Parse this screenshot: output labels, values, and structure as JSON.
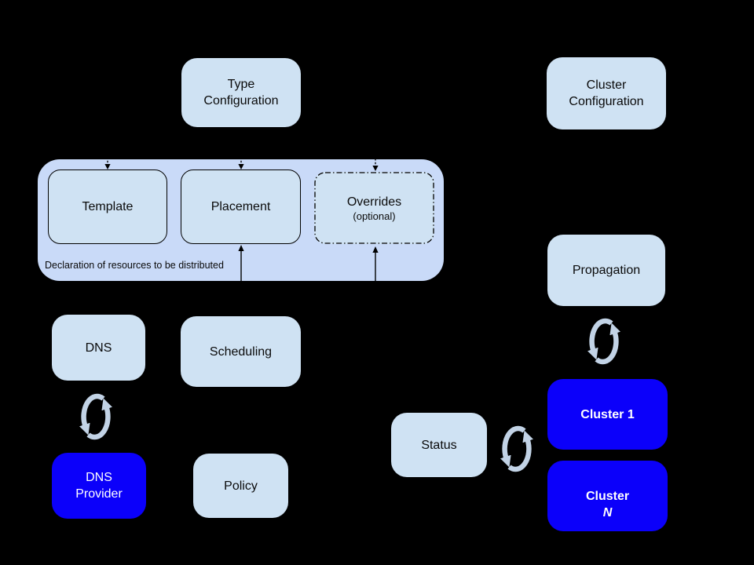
{
  "diagram": {
    "colors": {
      "background": "#000000",
      "light_box_fill": "#cfe2f3",
      "group_fill": "#c9daf8",
      "blue_box_fill": "#0b00fa",
      "dark_text": "#0a0a0a",
      "light_text": "#ffffff",
      "sync_arrow": "#c2d3e6",
      "connector": "#000000"
    },
    "nodes": {
      "type_configuration": {
        "label": "Type\nConfiguration"
      },
      "cluster_configuration": {
        "label": "Cluster\nConfiguration"
      },
      "template": {
        "label": "Template"
      },
      "placement": {
        "label": "Placement"
      },
      "overrides": {
        "label": "Overrides",
        "sublabel": "(optional)"
      },
      "resource_group": {
        "caption": "Declaration of resources to be distributed"
      },
      "dns": {
        "label": "DNS"
      },
      "scheduling": {
        "label": "Scheduling"
      },
      "dns_provider": {
        "label": "DNS\nProvider"
      },
      "policy": {
        "label": "Policy"
      },
      "propagation": {
        "label": "Propagation"
      },
      "status": {
        "label": "Status"
      },
      "cluster_1": {
        "label": "Cluster 1"
      },
      "cluster_n": {
        "prefix": "Cluster",
        "suffix": "N"
      }
    },
    "connections": [
      {
        "from": "type_configuration",
        "to": "template",
        "style": "dashed-arrow-down"
      },
      {
        "from": "type_configuration",
        "to": "placement",
        "style": "dashed-arrow-down"
      },
      {
        "from": "type_configuration",
        "to": "overrides",
        "style": "dashed-arrow-down"
      },
      {
        "from": "below",
        "to": "placement",
        "style": "solid-arrow-up"
      },
      {
        "from": "below",
        "to": "overrides",
        "style": "solid-arrow-up"
      },
      {
        "from": "dns",
        "to": "dns_provider",
        "style": "sync"
      },
      {
        "from": "propagation",
        "to": "cluster_1",
        "style": "sync"
      },
      {
        "from": "status",
        "to": "cluster_1",
        "style": "sync"
      }
    ]
  }
}
